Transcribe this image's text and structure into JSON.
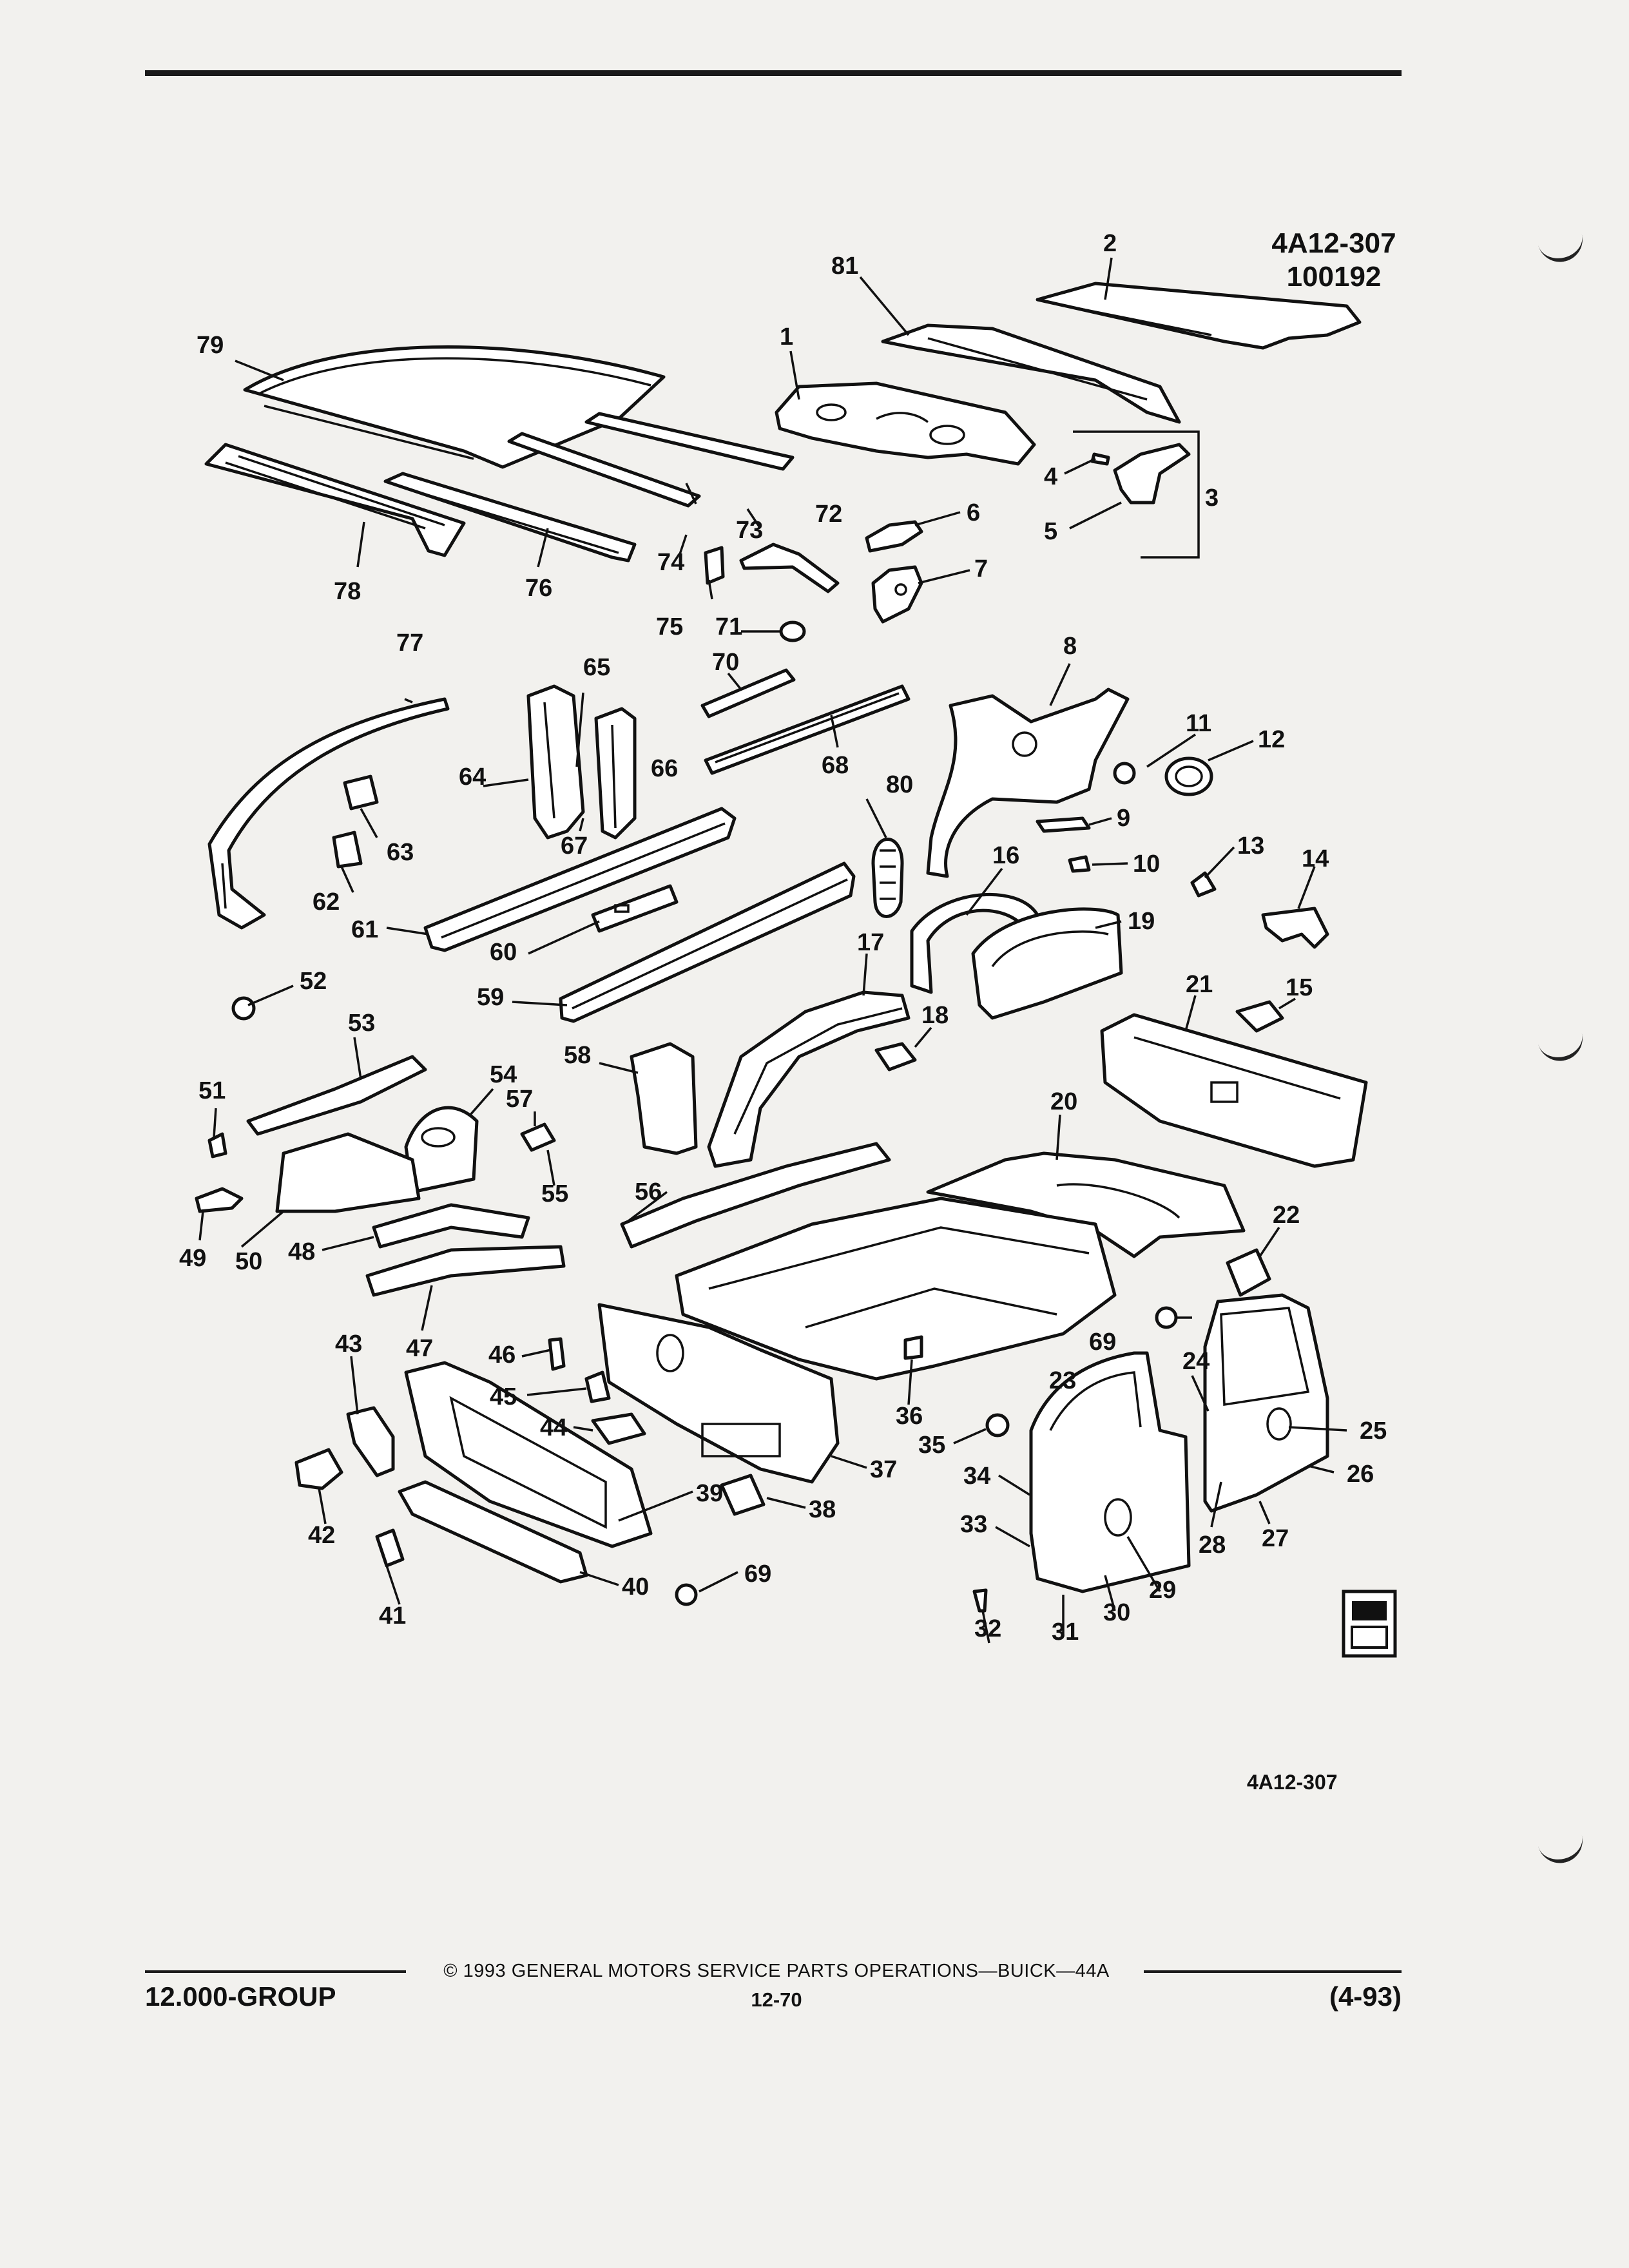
{
  "header": {
    "figure_code": "4A12-307",
    "figure_date": "100192"
  },
  "callouts": [
    "1",
    "2",
    "3",
    "4",
    "5",
    "6",
    "7",
    "8",
    "9",
    "10",
    "11",
    "12",
    "13",
    "14",
    "15",
    "16",
    "17",
    "18",
    "19",
    "20",
    "21",
    "22",
    "23",
    "24",
    "25",
    "26",
    "27",
    "28",
    "29",
    "30",
    "31",
    "32",
    "33",
    "34",
    "35",
    "36",
    "37",
    "38",
    "39",
    "40",
    "41",
    "42",
    "43",
    "44",
    "45",
    "46",
    "47",
    "48",
    "49",
    "50",
    "51",
    "52",
    "53",
    "54",
    "55",
    "56",
    "57",
    "58",
    "59",
    "60",
    "61",
    "62",
    "63",
    "64",
    "65",
    "66",
    "67",
    "68",
    "69",
    "69",
    "70",
    "71",
    "72",
    "73",
    "74",
    "75",
    "76",
    "77",
    "78",
    "79",
    "80",
    "81"
  ],
  "figure_code_bottom": "4A12-307",
  "footer": {
    "group": "12.000-GROUP",
    "copyright": "© 1993 GENERAL MOTORS SERVICE PARTS OPERATIONS—BUICK—44A",
    "page": "12-70",
    "revision": "(4-93)"
  },
  "icons": [
    "gm-spo-logo-icon"
  ]
}
